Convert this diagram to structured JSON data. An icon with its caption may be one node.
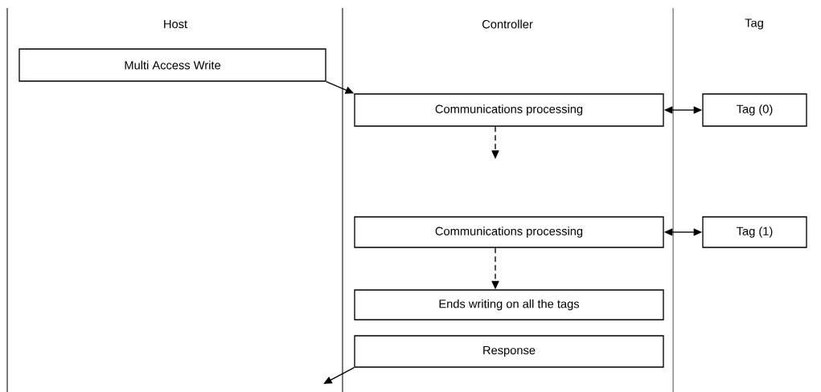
{
  "diagram": {
    "nodes": [
      {
        "text": [
          "Multi Access Write"
        ]
      },
      {
        "text": [
          "Communications processing"
        ]
      },
      {
        "text": [
          "Tag (0)"
        ]
      },
      {
        "text": [
          "Communications processing"
        ]
      },
      {
        "text": [
          "Tag (1)"
        ]
      },
      {
        "text": [
          "Ends writing on all the tags"
        ]
      },
      {
        "text": [
          "Response"
        ]
      }
    ],
    "edges": [
      {
        "from": 0,
        "to": 1,
        "arrow": "to"
      },
      {
        "from": 1,
        "to": 2,
        "arrow": "both"
      },
      {
        "from": 1,
        "to": null,
        "arrow": "to",
        "style": "dashed"
      },
      {
        "from": 3,
        "to": 4,
        "arrow": "both"
      },
      {
        "from": 3,
        "to": 5,
        "arrow": "to",
        "style": "dashed"
      },
      {
        "from": 6,
        "to": null,
        "arrow": "to"
      }
    ],
    "labels": [
      "Host",
      "Controller",
      "Tag"
    ]
  }
}
